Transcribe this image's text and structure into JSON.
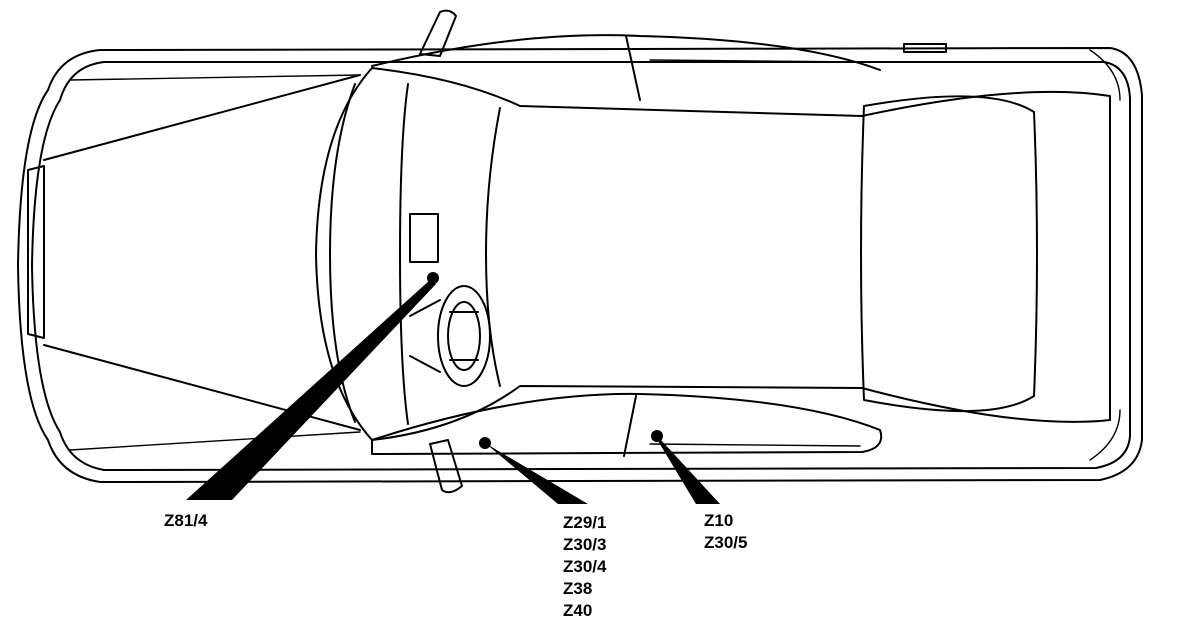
{
  "diagram": {
    "callouts": [
      {
        "id": "c1",
        "lines": [
          "Z81/4"
        ]
      },
      {
        "id": "c2",
        "lines": [
          "Z29/1",
          "Z30/3",
          "Z30/4",
          "Z38",
          "Z40"
        ]
      },
      {
        "id": "c3",
        "lines": [
          "Z10",
          "Z30/5"
        ]
      }
    ]
  }
}
